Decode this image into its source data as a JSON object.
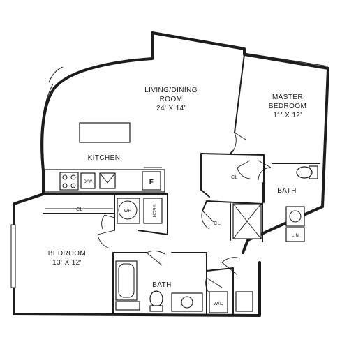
{
  "rooms": {
    "living": {
      "name": "LIVING/DINING",
      "name2": "ROOM",
      "size": "24' X 14'"
    },
    "master": {
      "name": "MASTER",
      "name2": "BEDROOM",
      "size": "11' X 12'"
    },
    "kitchen": {
      "name": "KITCHEN"
    },
    "bedroom": {
      "name": "BEDROOM",
      "size": "13' X 12'"
    },
    "bath_master": {
      "name": "BATH"
    },
    "bath_main": {
      "name": "BATH"
    },
    "closet_master": {
      "name": "CL"
    },
    "closet_hall": {
      "name": "CL"
    },
    "closet_bedroom": {
      "name": "CL"
    }
  },
  "fixtures": {
    "dishwasher": "D/W",
    "fridge": "F",
    "water_heater": "WH",
    "mech": "MECH",
    "linen": "LIN",
    "washer_dryer": "W/D"
  }
}
